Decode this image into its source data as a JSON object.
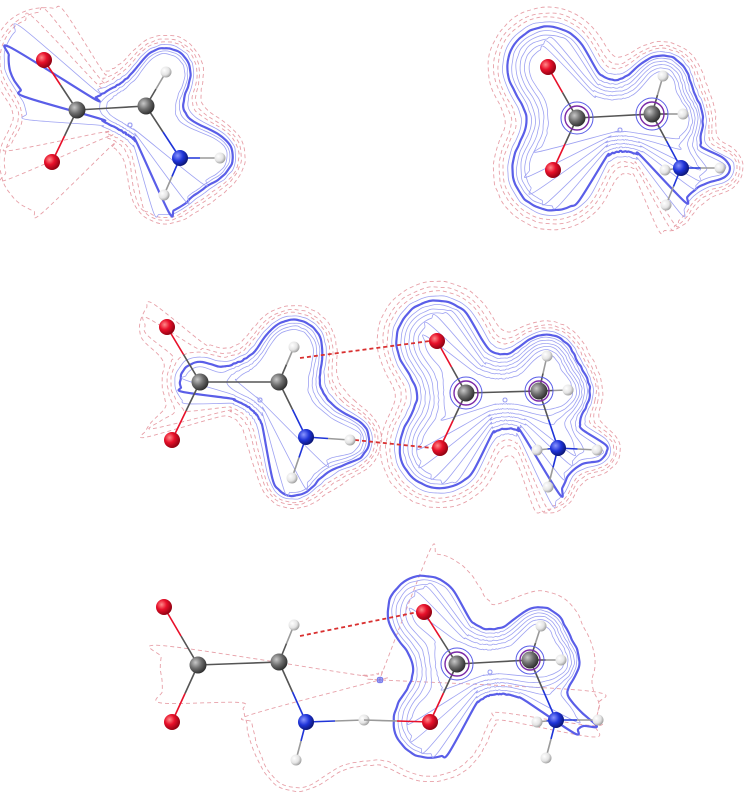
{
  "colors": {
    "background": "#ffffff",
    "positive_contour": "#5a5ee8",
    "positive_contour_light": "#9ea2f2",
    "negative_contour": "#e7a0a8",
    "hbond": "#d93030",
    "oxygen": "#e8102a",
    "carbon": "#6e6e6e",
    "nitrogen": "#1f34d8",
    "hydrogen": "#e4e4e4",
    "core_ring": "#7a2aa8"
  },
  "panels": [
    {
      "id": "monomer-zwitterion",
      "description_hidden": true
    },
    {
      "id": "monomer-neutral"
    },
    {
      "id": "dimer-a"
    },
    {
      "id": "dimer-b"
    }
  ]
}
